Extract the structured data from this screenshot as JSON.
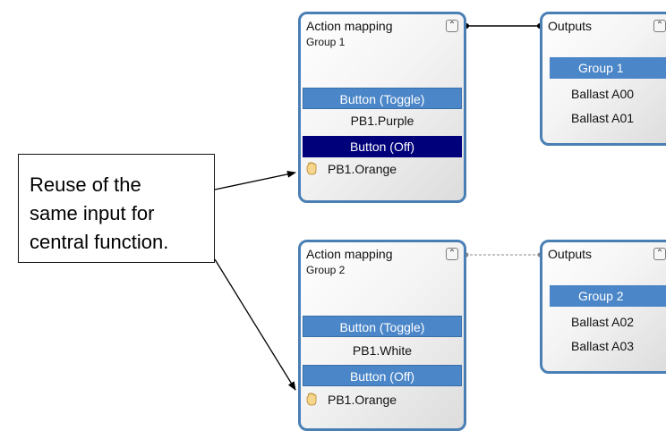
{
  "callout": {
    "lines": [
      "Reuse of the",
      "same input for",
      "central function."
    ]
  },
  "groups": [
    {
      "action": {
        "title": "Action mapping",
        "subtitle": "Group 1",
        "rows": [
          "Button (Toggle)",
          "PB1.Purple",
          "Button (Off)",
          "PB1.Orange"
        ]
      },
      "outputs": {
        "title": "Outputs",
        "rows": [
          "Group 1",
          "Ballast A00",
          "Ballast A01"
        ]
      }
    },
    {
      "action": {
        "title": "Action mapping",
        "subtitle": "Group 2",
        "rows": [
          "Button (Toggle)",
          "PB1.White",
          "Button (Off)",
          "PB1.Orange"
        ]
      },
      "outputs": {
        "title": "Outputs",
        "rows": [
          "Group 2",
          "Ballast A02",
          "Ballast A03"
        ]
      }
    }
  ],
  "icons": {
    "collapse": "double-chevron-up-icon",
    "shared_input": "hand-icon"
  },
  "colors": {
    "node_border": "#4a7fb5",
    "row_selected": "#4a86c8",
    "row_active": "#00007a"
  }
}
